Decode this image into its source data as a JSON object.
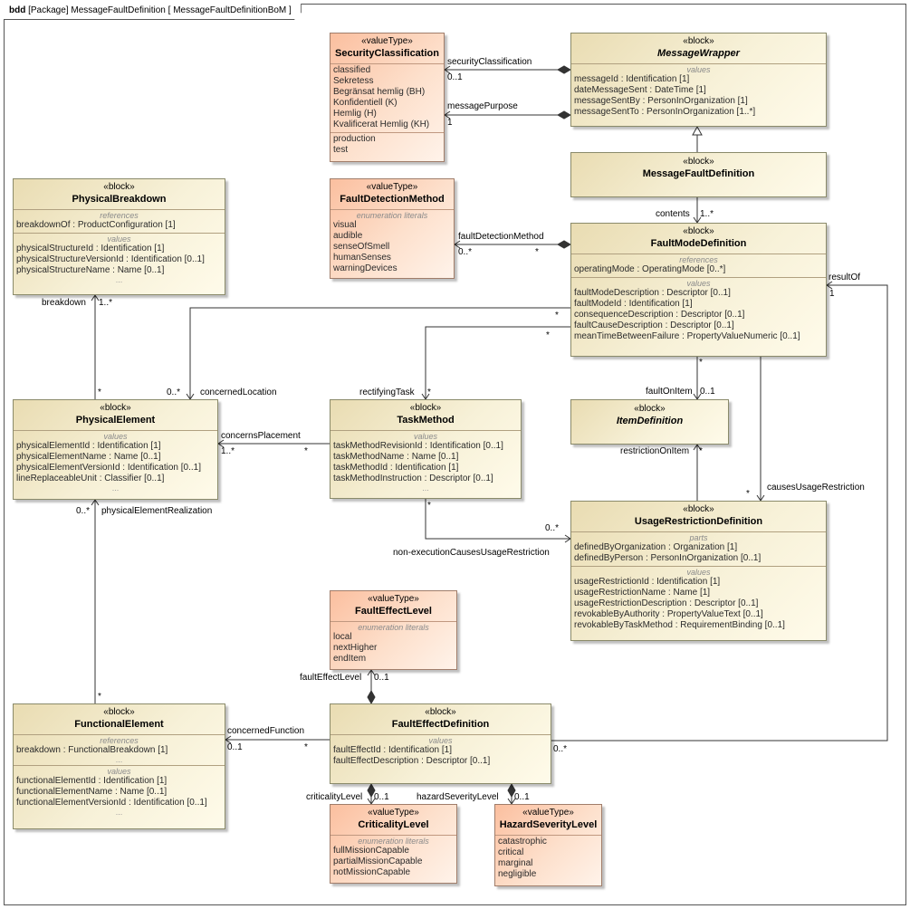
{
  "frame": {
    "kind": "bdd",
    "title": "[Package] MessageFaultDefinition [ MessageFaultDefinitionBoM ]"
  },
  "stereotypes": {
    "block": "«block»",
    "value_type": "«valueType»"
  },
  "compartments": {
    "values": "values",
    "references": "references",
    "parts": "parts",
    "enum_literals": "enumeration literals",
    "ellipsis": "..."
  },
  "elements": {
    "security_classification": {
      "name": "SecurityClassification",
      "literals": [
        "classified",
        "Sekretess",
        "Begränsat hemlig (BH)",
        "Konfidentiell (K)",
        "Hemlig (H)",
        "Kvalificerat Hemlig (KH)"
      ],
      "literals2": [
        "production",
        "test"
      ]
    },
    "message_wrapper": {
      "name": "MessageWrapper",
      "values": [
        "messageId : Identification [1]",
        "dateMessageSent : DateTime [1]",
        "messageSentBy : PersonInOrganization [1]",
        "messageSentTo : PersonInOrganization [1..*]"
      ]
    },
    "message_fault_definition": {
      "name": "MessageFaultDefinition"
    },
    "physical_breakdown": {
      "name": "PhysicalBreakdown",
      "references": [
        "breakdownOf : ProductConfiguration [1]"
      ],
      "values": [
        "physicalStructureId : Identification [1]",
        "physicalStructureVersionId : Identification [0..1]",
        "physicalStructureName : Name [0..1]"
      ]
    },
    "fault_detection_method": {
      "name": "FaultDetectionMethod",
      "literals": [
        "visual",
        "audible",
        "senseOfSmell",
        "humanSenses",
        "warningDevices"
      ]
    },
    "fault_mode_definition": {
      "name": "FaultModeDefinition",
      "references": [
        "operatingMode : OperatingMode [0..*]"
      ],
      "values": [
        "faultModeDescription : Descriptor [0..1]",
        "faultModeId : Identification [1]",
        "consequenceDescription : Descriptor [0..1]",
        "faultCauseDescription : Descriptor [0..1]",
        "meanTimeBetweenFailure : PropertyValueNumeric [0..1]"
      ]
    },
    "physical_element": {
      "name": "PhysicalElement",
      "values": [
        "physicalElementId : Identification [1]",
        "physicalElementName : Name [0..1]",
        "physicalElementVersionId : Identification [0..1]",
        "lineReplaceableUnit : Classifier [0..1]"
      ]
    },
    "task_method": {
      "name": "TaskMethod",
      "values": [
        "taskMethodRevisionId : Identification [0..1]",
        "taskMethodName : Name [0..1]",
        "taskMethodId : Identification [1]",
        "taskMethodInstruction : Descriptor [0..1]"
      ]
    },
    "item_definition": {
      "name": "ItemDefinition"
    },
    "usage_restriction_definition": {
      "name": "UsageRestrictionDefinition",
      "parts": [
        "definedByOrganization : Organization [1]",
        "definedByPerson : PersonInOrganization [0..1]"
      ],
      "values": [
        "usageRestrictionId : Identification [1]",
        "usageRestrictionName : Name [1]",
        "usageRestrictionDescription : Descriptor [0..1]",
        "revokableByAuthority : PropertyValueText [0..1]",
        "revokableByTaskMethod : RequirementBinding [0..1]"
      ]
    },
    "fault_effect_level": {
      "name": "FaultEffectLevel",
      "literals": [
        "local",
        "nextHigher",
        "endItem"
      ]
    },
    "functional_element": {
      "name": "FunctionalElement",
      "references": [
        "breakdown : FunctionalBreakdown [1]"
      ],
      "values": [
        "functionalElementId : Identification [1]",
        "functionalElementName : Name [0..1]",
        "functionalElementVersionId : Identification [0..1]"
      ]
    },
    "fault_effect_definition": {
      "name": "FaultEffectDefinition",
      "values": [
        "faultEffectId : Identification [1]",
        "faultEffectDescription : Descriptor [0..1]"
      ]
    },
    "criticality_level": {
      "name": "CriticalityLevel",
      "literals": [
        "fullMissionCapable",
        "partialMissionCapable",
        "notMissionCapable"
      ]
    },
    "hazard_severity_level": {
      "name": "HazardSeverityLevel",
      "literals": [
        "catastrophic",
        "critical",
        "marginal",
        "negligible"
      ]
    }
  },
  "links": {
    "security_classification": {
      "role": "securityClassification",
      "mult_target": "0..1"
    },
    "message_purpose": {
      "role": "messagePurpose",
      "mult_target": "1"
    },
    "contents": {
      "role": "contents",
      "mult": "1..*"
    },
    "fault_detection_method": {
      "role": "faultDetectionMethod",
      "mult_target": "0..*",
      "mult_source": "*"
    },
    "breakdown": {
      "role": "breakdown",
      "mult_target": "1..*",
      "mult_source": "*"
    },
    "concerned_location": {
      "role": "concernedLocation",
      "mult_target": "0..*",
      "mult_source": "*"
    },
    "rectifying_task": {
      "role": "rectifyingTask",
      "mult_target": "*",
      "mult_source": "*"
    },
    "result_of": {
      "role": "resultOf",
      "mult_target": "1",
      "mult_source": "0..*"
    },
    "fault_on_item": {
      "role": "faultOnItem",
      "mult_target": "0..1",
      "mult_source": "*"
    },
    "concerns_placement": {
      "role": "concernsPlacement",
      "mult_target": "1..*",
      "mult_source": "*"
    },
    "restriction_on_item": {
      "role": "restrictionOnItem",
      "mult_target": "*"
    },
    "causes_usage_restriction": {
      "role": "causesUsageRestriction",
      "mult_target": "*"
    },
    "non_execution": {
      "role": "non-executionCausesUsageRestriction",
      "mult_target": "0..*",
      "mult_source": "*"
    },
    "physical_element_realization": {
      "role": "physicalElementRealization",
      "mult_target": "0..*",
      "mult_source": "*"
    },
    "fault_effect_level": {
      "role": "faultEffectLevel",
      "mult_target": "0..1"
    },
    "concerned_function": {
      "role": "concernedFunction",
      "mult_target": "0..1",
      "mult_source": "*"
    },
    "criticality_level": {
      "role": "criticalityLevel",
      "mult_target": "0..1"
    },
    "hazard_severity_level": {
      "role": "hazardSeverityLevel",
      "mult_target": "0..1"
    }
  }
}
